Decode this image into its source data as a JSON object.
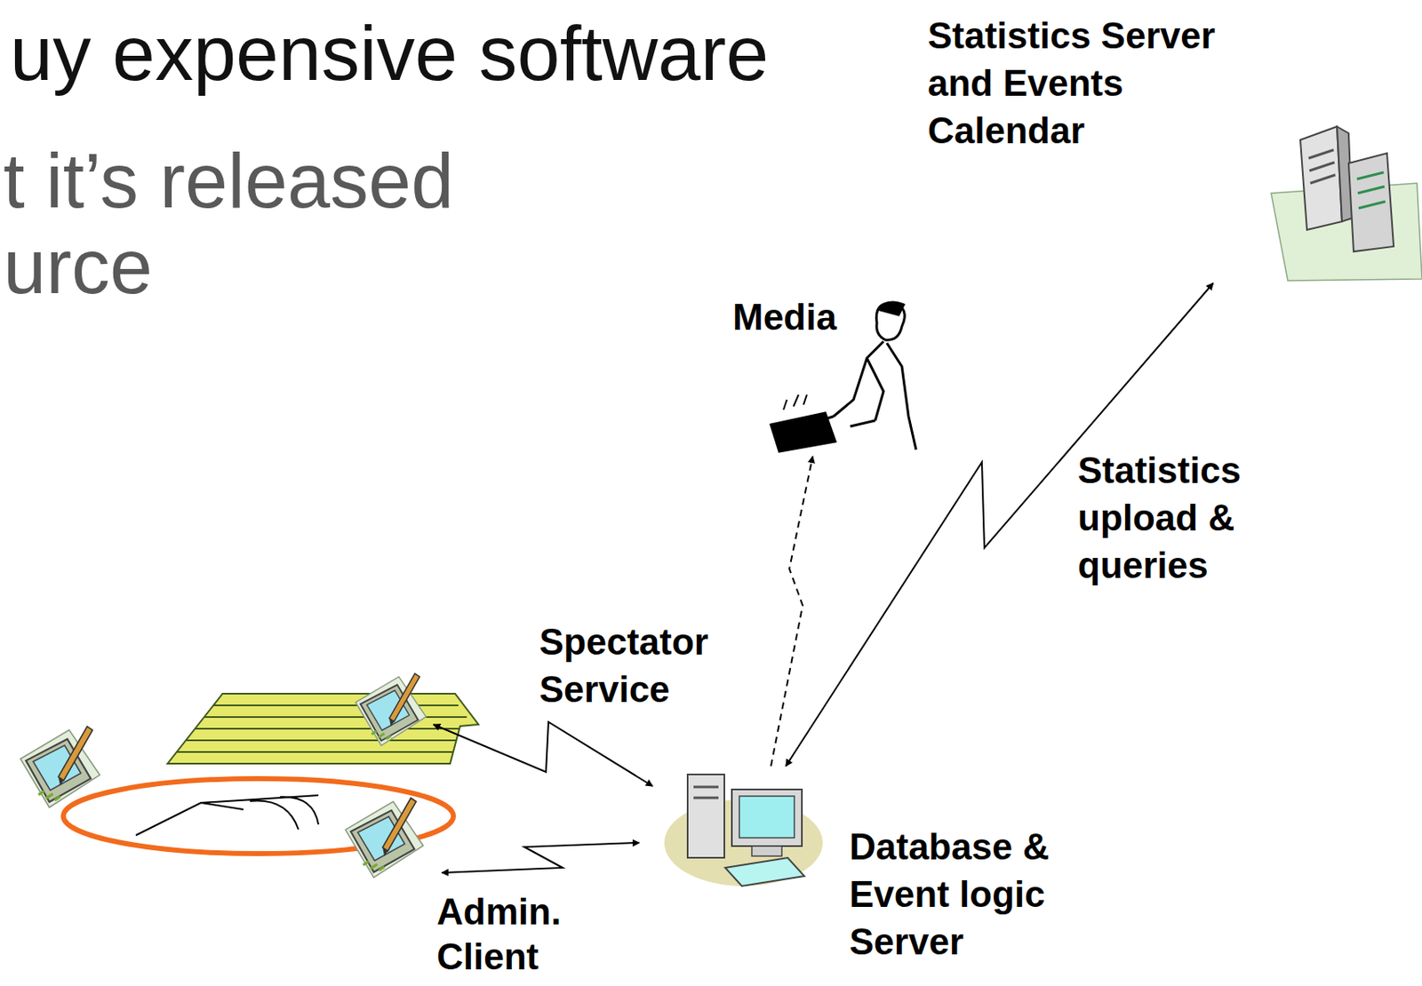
{
  "diagram": {
    "nodes": [
      {
        "text": [
          "Statistics Server and Events Calendar"
        ]
      },
      {
        "text": [
          "Media"
        ]
      },
      {
        "text": [
          "Database & Event logic Server"
        ]
      }
    ],
    "edges": [
      {
        "from": 2,
        "to": 0,
        "arrow": "both",
        "label": "Statistics upload & queries"
      },
      {
        "from": 2,
        "to": 1,
        "arrow": "to"
      }
    ],
    "labels": [
      "uy expensive software",
      "t it’s released urce",
      "Spectator Service",
      "Admin. Client"
    ]
  }
}
